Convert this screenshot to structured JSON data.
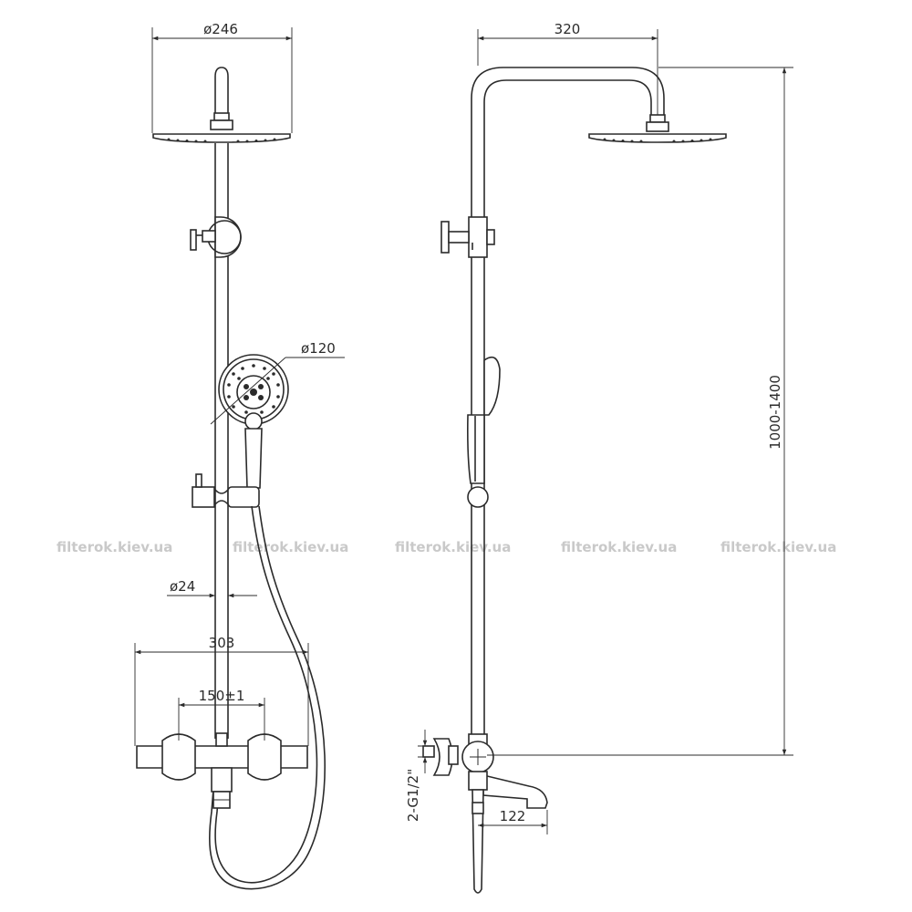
{
  "front_view": {
    "dimensions": {
      "head_diameter": "ø246",
      "hand_shower_diameter": "ø120",
      "rail_diameter": "ø24",
      "mixer_width": "303",
      "inlet_spacing": "150±1"
    }
  },
  "side_view": {
    "dimensions": {
      "arm_reach": "320",
      "height_range": "1000-1400",
      "connection": "2-G1/2\"",
      "spout_length": "122"
    }
  },
  "watermarks": [
    "filterok.kiev.ua",
    "filterok.kiev.ua",
    "filterok.kiev.ua",
    "filterok.kiev.ua",
    "filterok.kiev.ua"
  ]
}
